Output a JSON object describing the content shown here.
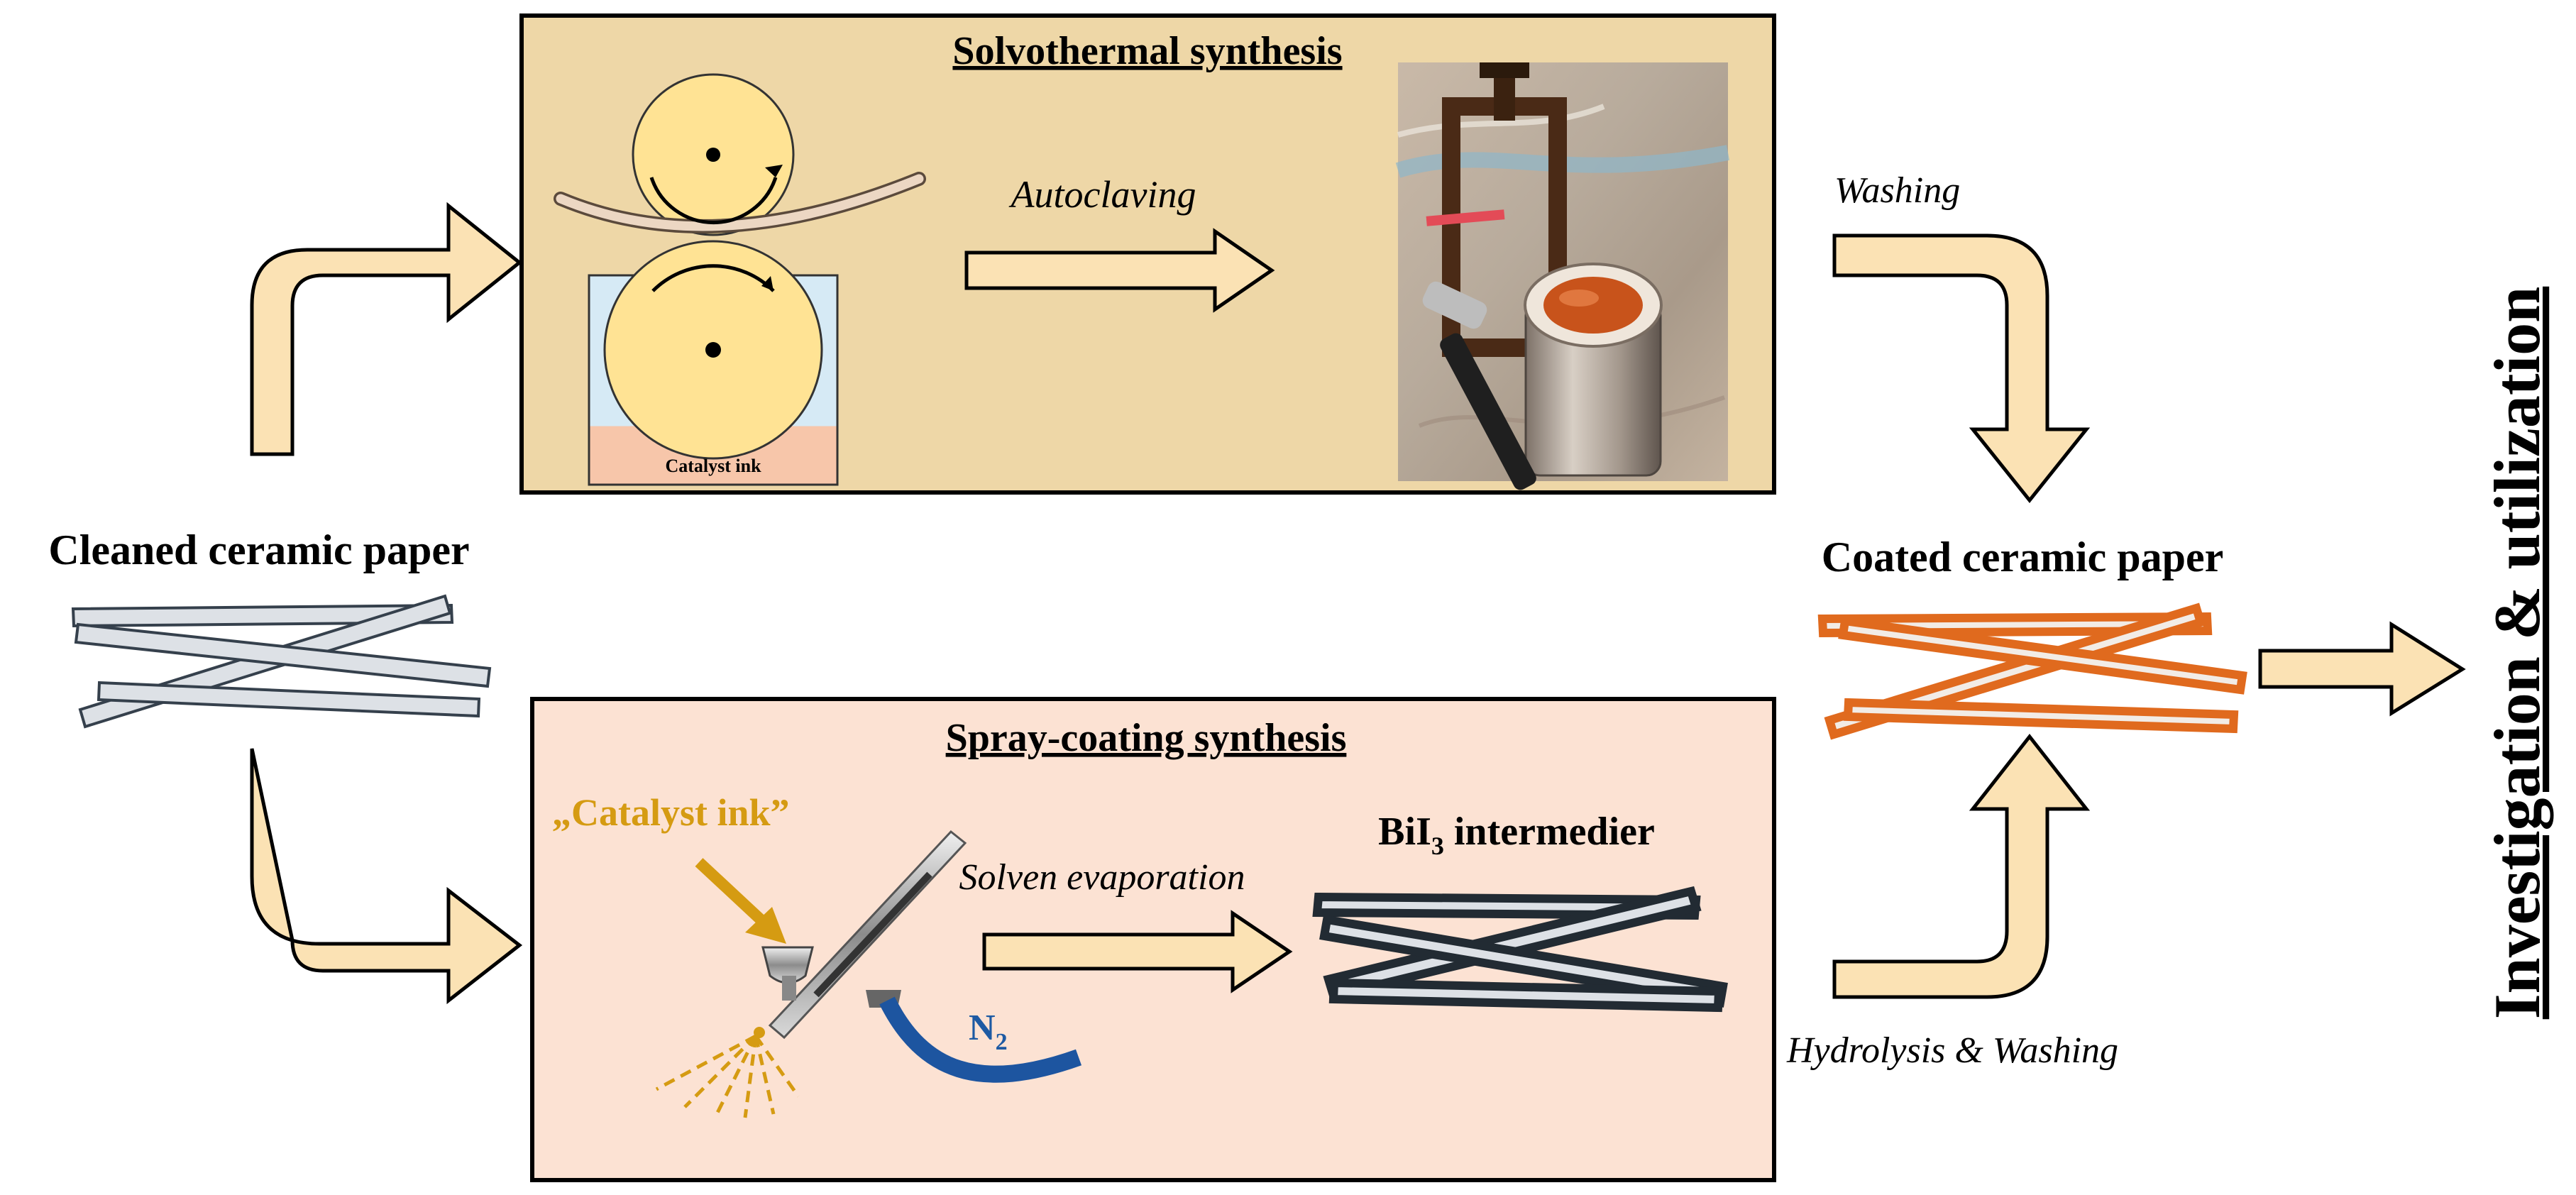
{
  "colors": {
    "solvothermal_box_fill": "#eed7a7",
    "spray_box_fill": "#fce2d3",
    "process_arrow_fill": "#fbe2b4",
    "roller_fill": "#ffe394",
    "beaker_liquid_top": "#d6eaf5",
    "beaker_liquid_bottom": "#f7c6aa",
    "paper_gray_fill": "#dde1e6",
    "paper_gray_stroke": "#35404c",
    "paper_coated_stroke": "#e06a1e",
    "paper_coated_fill": "#f2ece6",
    "bii3_stroke": "#222b33",
    "catalyst_ink_color": "#d59b12",
    "n2_color": "#1d5aa3",
    "hose_color": "#1d55a0"
  },
  "labels": {
    "start_material": "Cleaned ceramic paper",
    "end_material": "Coated ceramic paper",
    "final_step": "Investigation & utilization",
    "wash_top": "Washing",
    "wash_bottom": "Hydrolysis & Washing"
  },
  "solvothermal": {
    "title": "Solvothermal synthesis",
    "step": "Autoclaving",
    "ink_label": "Catalyst ink",
    "photo_icon": "autoclave-photo"
  },
  "spray": {
    "title": "Spray-coating synthesis",
    "ink_label": "„Catalyst ink”",
    "step": "Solven evaporation",
    "intermediate_prefix": "BiI",
    "intermediate_sub": "3",
    "intermediate_suffix": " intermedier",
    "gas_prefix": "N",
    "gas_sub": "2",
    "airbrush_icon": "airbrush-icon"
  }
}
